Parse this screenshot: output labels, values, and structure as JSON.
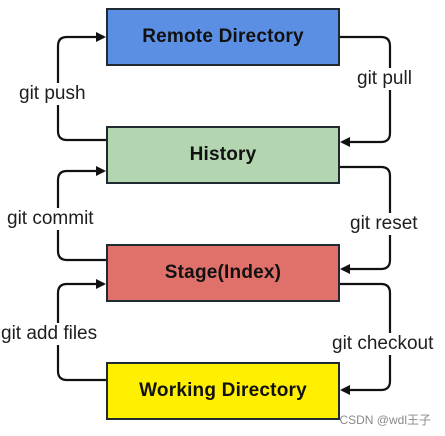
{
  "boxes": {
    "remote": {
      "label": "Remote Directory",
      "color": "#5b8fe3"
    },
    "history": {
      "label": "History",
      "color": "#b3d6b1"
    },
    "stage": {
      "label": "Stage(Index)",
      "color": "#e0706a"
    },
    "working": {
      "label": "Working Directory",
      "color": "#fff000"
    }
  },
  "commands": {
    "push": "git push",
    "pull": "git pull",
    "commit": "git commit",
    "reset": "git reset",
    "add": "git add files",
    "checkout": "git checkout"
  },
  "watermark": "CSDN @wdl王子",
  "arrow_color": "#111111"
}
